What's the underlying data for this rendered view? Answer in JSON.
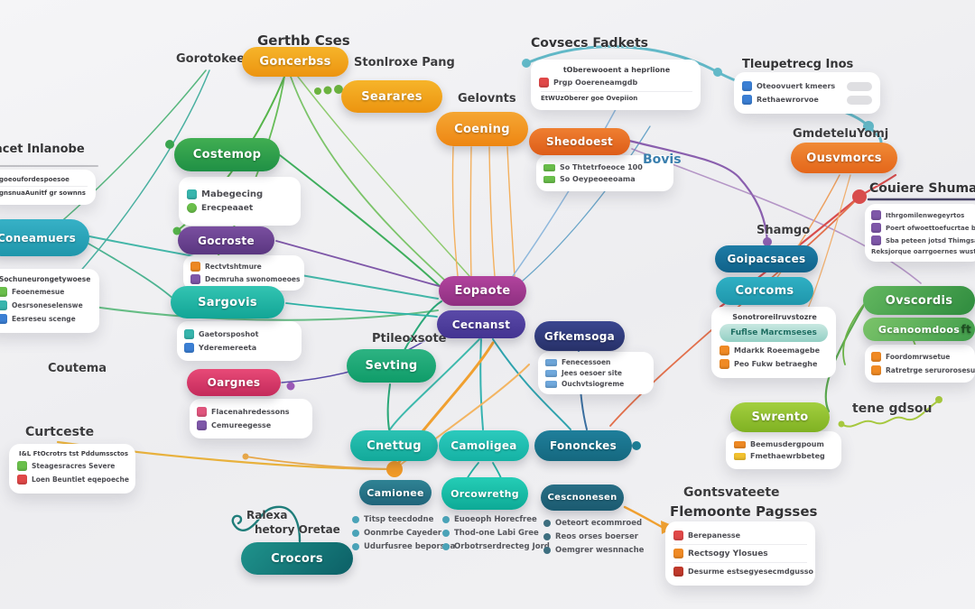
{
  "titles": {
    "gerthb": "Gerthb Cses",
    "covsecs": "Covsecs Fadkets",
    "tleupetrecg": "Tleupetrecg Inos",
    "cutena": "Couiere Shumaos",
    "flemoonte": "Flemoonte Pagsses",
    "inlanobe": "acet Inlanobe"
  },
  "labels": {
    "gorotokeets": "Gorotokeets",
    "stonlroxe": "Stonlroxe Pang",
    "gelovnts": "Gelovnts",
    "bovis": "Bovis",
    "gmdetelu": "GmdeteluYomj",
    "shamgo": "Shamgo",
    "tene_gdsou": "tene gdsou",
    "gontsvateete": "Gontsvateete",
    "coutema": "Coutema",
    "curtceste": "Curtceste",
    "ptileoxsote": "Ptileoxsote",
    "ralexa_line1": "Ralexa",
    "ralexa_line2": "hetory Oretae"
  },
  "nodes": {
    "concerbs": {
      "label": "Goncerbss"
    },
    "searares": {
      "label": "Searares"
    },
    "coening": {
      "label": "Coening"
    },
    "streodest": {
      "label": "Sheodoest"
    },
    "ousvmorcs": {
      "label": "Ousvmorcs"
    },
    "costemop": {
      "label": "Costemop"
    },
    "gocroste": {
      "label": "Gocroste"
    },
    "sargovis": {
      "label": "Sargovis"
    },
    "oargnes": {
      "label": "Oargnes"
    },
    "coneamuers": {
      "label": "Coneamuers"
    },
    "eopaote": {
      "label": "Eopaote"
    },
    "cecnanst": {
      "label": "Cecnanst"
    },
    "gfkemsoga": {
      "label": "Gfkemsoga"
    },
    "sevting": {
      "label": "Sevting"
    },
    "cnettug": {
      "label": "Cnettug"
    },
    "camoliga": {
      "label": "Camoligea"
    },
    "fononckes": {
      "label": "Fononckes"
    },
    "camionee": {
      "label": "Camionee"
    },
    "orcowrethg": {
      "label": "Orcowrethg"
    },
    "cescnonesen": {
      "label": "Cescnonesen"
    },
    "goipacsaces": {
      "label": "Goipacsaces"
    },
    "corcoms": {
      "label": "Corcoms"
    },
    "ovscordis": {
      "label": "Ovscordis"
    },
    "gcanoomdoos": {
      "label": "Gcanoomdoos",
      "suffix": "ft"
    },
    "swrento": {
      "label": "Swrento"
    },
    "crocors": {
      "label": "Crocors"
    }
  },
  "cards": {
    "covsecs": {
      "heading": "tOberewooent a heprlione",
      "items": [
        {
          "icon": "red-square-icon",
          "text": "Prgp Ooereneamgdb"
        }
      ],
      "footer": "EtWUzOberer goe Ovepiion"
    },
    "topright": {
      "items": [
        {
          "icon": "blue-square-icon",
          "text": "Oteoovuert kmeers"
        },
        {
          "icon": "blue-square-icon",
          "text": "Rethaewrorvoe"
        }
      ]
    },
    "right4": {
      "items": [
        {
          "icon": "purple-square-icon",
          "text": "Ithrgomilenwegeyrtos"
        },
        {
          "icon": "purple-square-icon",
          "text": "Poert ofwoettoefucrtae bonds"
        },
        {
          "icon": "purple-square-icon",
          "text": "Sba peteen jotsd Thimgsabe"
        },
        {
          "icon": "purple-square-icon",
          "text": "Reksjorque oarrgoernes wuster"
        }
      ]
    },
    "sono": {
      "heading": "Sonotroreilruvstozre",
      "bar": "Fuflse Marcmseses",
      "items": [
        {
          "icon": "orange-square-icon",
          "text": "Mdarkk Roeemagebe"
        },
        {
          "icon": "orange-square-icon",
          "text": "Peo Fukw betraeghe"
        }
      ]
    },
    "ovscordis": {
      "items": [
        {
          "icon": "orange-square-icon",
          "text": "Foordomrwsetue"
        },
        {
          "icon": "orange-square-icon",
          "text": "Ratretrge serurorosesue"
        }
      ]
    },
    "swrento": {
      "items": [
        {
          "icon": "orange-square-icon",
          "text": "Beemusdergpoum"
        },
        {
          "icon": "yellow-square-icon",
          "text": "Fmethaewrbbeteg"
        }
      ]
    },
    "flemoonte": {
      "items": [
        {
          "icon": "red-square-icon",
          "text": "Berepanesse"
        },
        {
          "icon": "orange-square-icon",
          "text": "Rectsogy Ylosues"
        },
        {
          "icon": "darkred-square-icon",
          "text": "Desurme estsegyesecmdgusso"
        }
      ]
    },
    "lefttop": {
      "lines": [
        "goeoufordespoesoe",
        "gnsnuaAunitf gr sownns"
      ]
    },
    "leftmid": {
      "heading": "Sochuneurongetywoese",
      "items": [
        {
          "icon": "green-square-icon",
          "text": "Feoenemesue"
        },
        {
          "icon": "teal-square-icon",
          "text": "Oesrsoneselenswe"
        },
        {
          "icon": "blue-square-icon",
          "text": "Eesreseu scenge"
        }
      ]
    },
    "leftbottom": {
      "heading": "I&L FtOcrotrs tst Pddumssctos",
      "items": [
        {
          "icon": "green-square-icon",
          "text": "Steagesracres Severe"
        },
        {
          "icon": "red-square-icon",
          "text": "Loen Beuntiet eqepoeche"
        }
      ]
    },
    "costemop": {
      "items": [
        {
          "icon": "teal-square-icon",
          "text": "Mabegecing"
        },
        {
          "icon": "green-square-icon",
          "text": "Erecpeaaet"
        }
      ]
    },
    "gocroste": {
      "items": [
        {
          "icon": "orange-square-icon",
          "text": "Rectvtshtmure"
        },
        {
          "icon": "purple-square-icon",
          "text": "Decmruha swonomoeoes"
        }
      ]
    },
    "sargovis": {
      "items": [
        {
          "icon": "teal-square-icon",
          "text": "Gaetorsposhot"
        },
        {
          "icon": "blue-square-icon",
          "text": "Yderemereeta"
        }
      ]
    },
    "oargnes": {
      "items": [
        {
          "icon": "pink-square-icon",
          "text": "Flacenahredessons"
        },
        {
          "icon": "purple-square-icon",
          "text": "Cemureegesse"
        }
      ]
    },
    "streodest": {
      "items": [
        {
          "icon": "green-bar-icon",
          "text": "So Thtetrfoeoce 100"
        },
        {
          "icon": "green-bar-icon",
          "text": "So Oeypeoeeoama"
        }
      ]
    },
    "gfkemsoga": {
      "items": [
        {
          "icon": "blue-bar-icon",
          "text": "Fenecessoen"
        },
        {
          "icon": "blue-bar-icon",
          "text": "Jees oesoer site"
        },
        {
          "icon": "blue-bar-icon",
          "text": "Ouchvtsiogreme"
        }
      ]
    },
    "camionee_list": {
      "items": [
        {
          "icon": "teal-dot-icon",
          "text": "Titsp teecdodne"
        },
        {
          "icon": "teal-dot-icon",
          "text": "Oonmrbe Cayeder"
        },
        {
          "icon": "teal-dot-icon",
          "text": "Udurfusree beporsea"
        }
      ]
    },
    "orcowrethg_list": {
      "items": [
        {
          "icon": "teal-dot-icon",
          "text": "Euoeoph Horecfree"
        },
        {
          "icon": "teal-dot-icon",
          "text": "Thod-one Labi Gree"
        },
        {
          "icon": "teal-dot-icon",
          "text": "Orbotrserdrecteg Jord"
        }
      ]
    },
    "cescnonesen_list": {
      "items": [
        {
          "icon": "dark-dot-icon",
          "text": "Oeteort ecommroed"
        },
        {
          "icon": "dark-dot-icon",
          "text": "Reos orses boerser"
        },
        {
          "icon": "dark-dot-icon",
          "text": "Oemgrer wesnnache"
        }
      ]
    }
  },
  "colors": {
    "orange": "#ee9412",
    "green": "#2e9a48",
    "teal": "#1fa99a",
    "purple": "#5a3680",
    "magenta": "#9c3a8c",
    "navy": "#2c3672",
    "pink": "#d12f62",
    "red_dot": "#d84c4c",
    "lime": "#8cbf2f",
    "background": "#f0f0f2"
  }
}
